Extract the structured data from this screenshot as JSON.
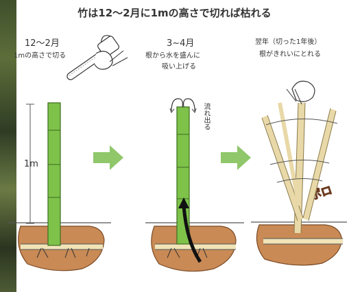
{
  "title": "竹は12～2月に1mの高さで切れば枯れる",
  "panels": [
    {
      "heading": "12～2月",
      "subheading": "1mの高さで切る",
      "measure": "1m"
    },
    {
      "heading": "3~4月",
      "subheading_line1": "根から水を盛んに",
      "subheading_line2": "吸い上げる",
      "flow_label": "流れ出る"
    },
    {
      "heading": "翌年（切った1年後）",
      "subheading": "根がきれいにとれる",
      "exclaim": "ポロ"
    }
  ],
  "colors": {
    "bamboo_green": "#7ec24a",
    "bamboo_dry": "#e9d9a8",
    "soil": "#c98a55",
    "arrow_green": "#8fc76a"
  }
}
